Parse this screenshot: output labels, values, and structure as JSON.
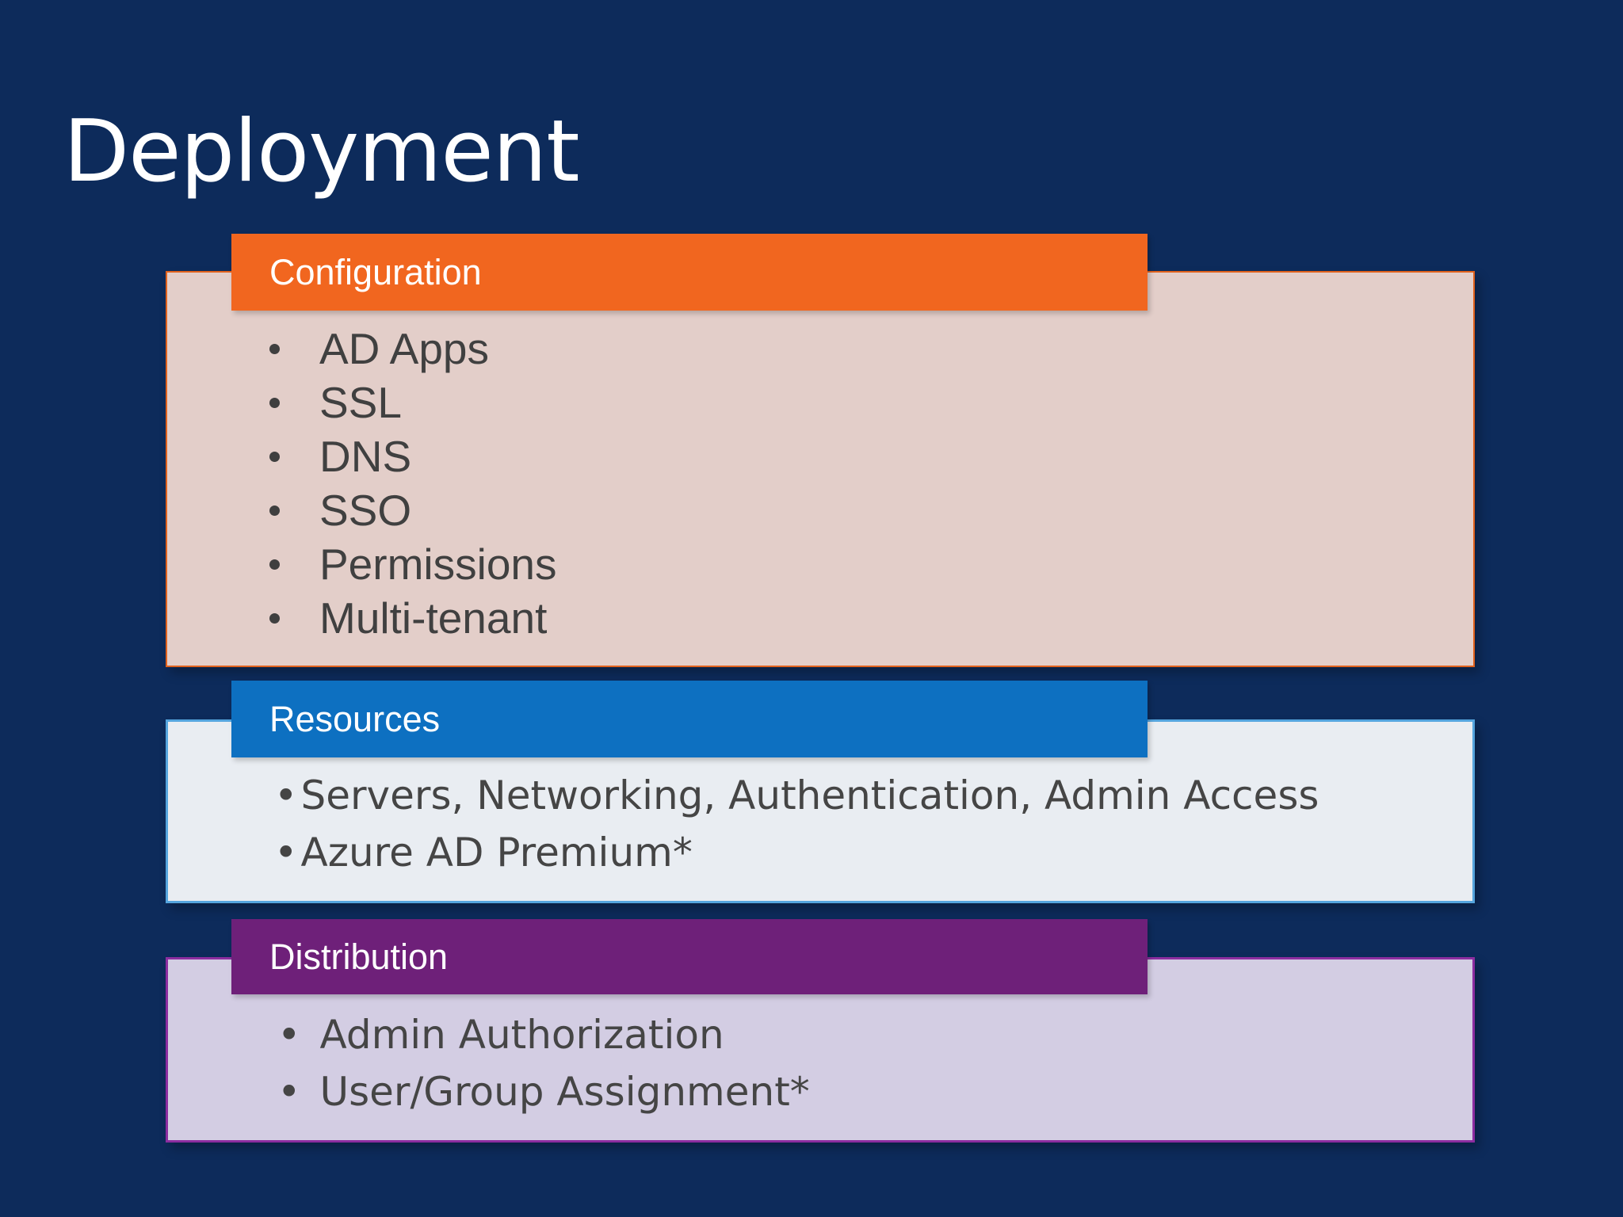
{
  "slide": {
    "title": "Deployment",
    "background_color": "#0D2B5B",
    "title_color": "#FFFFFF"
  },
  "sections": [
    {
      "id": "configuration",
      "label": "Configuration",
      "header_color": "#F1661F",
      "body_color": "#E3CEC9",
      "border_color": "#E0611C",
      "text_color": "#404040",
      "bullets": [
        "AD Apps",
        "SSL",
        "DNS",
        "SSO",
        "Permissions",
        "Multi-tenant"
      ]
    },
    {
      "id": "resources",
      "label": "Resources",
      "header_color": "#0D70C1",
      "body_color": "#E9EDF2",
      "border_color": "#55A5DE",
      "text_color": "#454545",
      "bullets": [
        "Servers, Networking, Authentication, Admin Access",
        "Azure AD Premium*"
      ]
    },
    {
      "id": "distribution",
      "label": "Distribution",
      "header_color": "#6E2079",
      "body_color": "#D3CDE3",
      "border_color": "#8C2DA0",
      "text_color": "#454545",
      "bullets": [
        "Admin Authorization",
        "User/Group Assignment*"
      ]
    }
  ]
}
